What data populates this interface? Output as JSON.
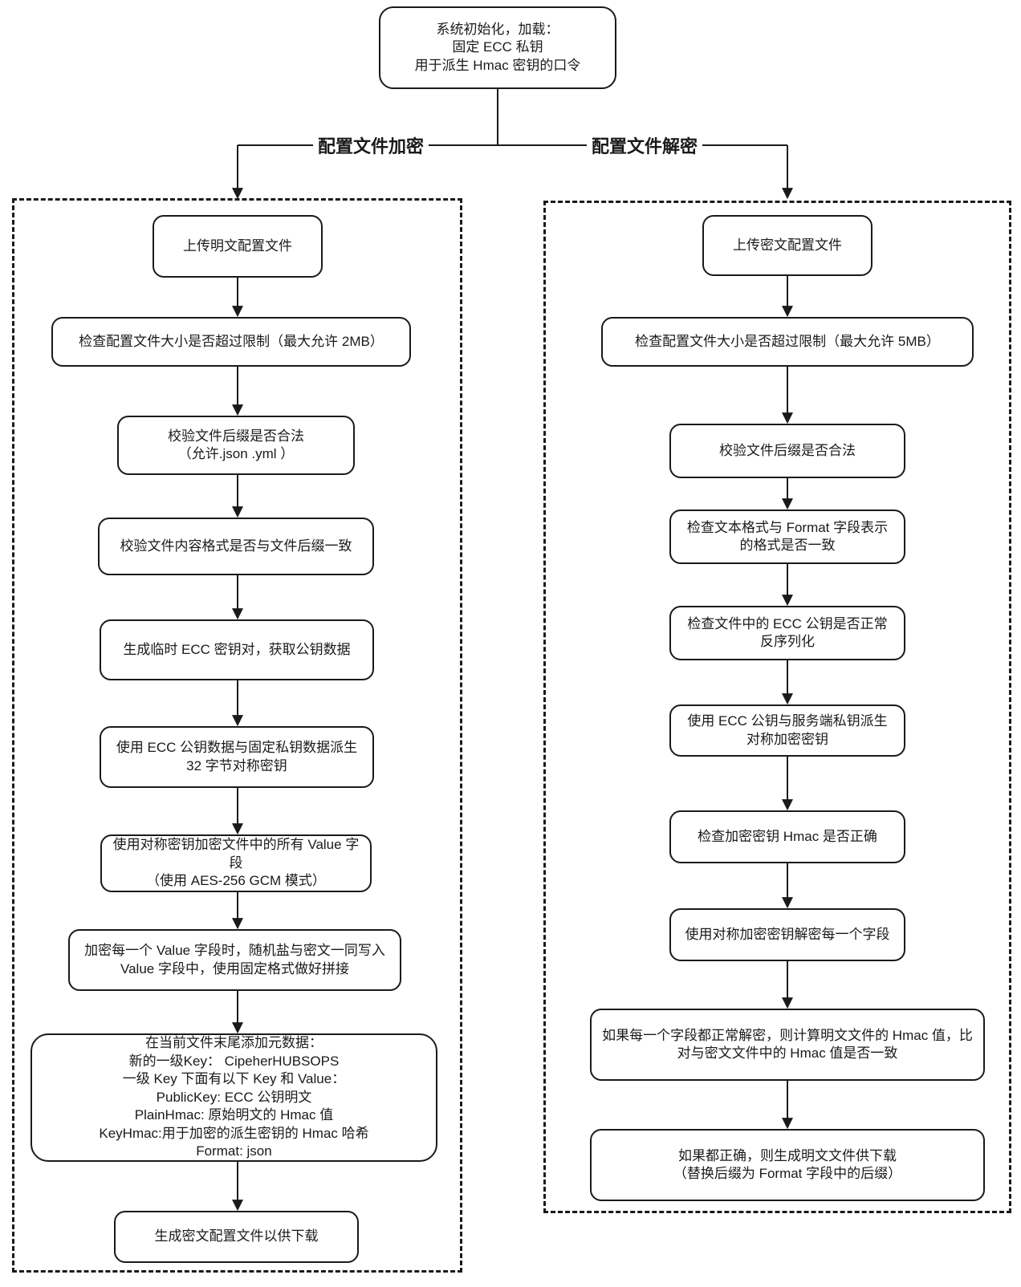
{
  "colors": {
    "stroke": "#1a1a1a",
    "canvas_background": "#ffffff"
  },
  "root_node": "系统初始化，加载：\n固定 ECC 私钥\n用于派生 Hmac 密钥的口令",
  "branch_labels": {
    "encrypt": "配置文件加密",
    "decrypt": "配置文件解密"
  },
  "encrypt_flow": {
    "steps": [
      "上传明文配置文件",
      "检查配置文件大小是否超过限制（最大允许 2MB）",
      "校验文件后缀是否合法\n（允许.json .yml ）",
      "校验文件内容格式是否与文件后缀一致",
      "生成临时 ECC 密钥对，获取公钥数据",
      "使用 ECC 公钥数据与固定私钥数据派生 32 字节对称密钥",
      "使用对称密钥加密文件中的所有 Value 字段\n（使用 AES-256 GCM 模式）",
      "加密每一个 Value 字段时，随机盐与密文一同写入 Value 字段中，使用固定格式做好拼接",
      "在当前文件末尾添加元数据：\n新的一级Key： CipeherHUBSOPS\n一级 Key 下面有以下 Key 和 Value：\nPublicKey: ECC 公钥明文\nPlainHmac: 原始明文的 Hmac 值\nKeyHmac:用于加密的派生密钥的 Hmac 哈希\nFormat: json",
      "生成密文配置文件以供下载"
    ]
  },
  "decrypt_flow": {
    "steps": [
      "上传密文配置文件",
      "检查配置文件大小是否超过限制（最大允许 5MB）",
      "校验文件后缀是否合法",
      "检查文本格式与 Format 字段表示的格式是否一致",
      "检查文件中的 ECC 公钥是否正常反序列化",
      "使用 ECC 公钥与服务端私钥派生对称加密密钥",
      "检查加密密钥 Hmac 是否正确",
      "使用对称加密密钥解密每一个字段",
      "如果每一个字段都正常解密，则计算明文文件的 Hmac 值，比对与密文文件中的 Hmac 值是否一致",
      "如果都正确，则生成明文文件供下载\n（替换后缀为 Format 字段中的后缀）"
    ]
  }
}
